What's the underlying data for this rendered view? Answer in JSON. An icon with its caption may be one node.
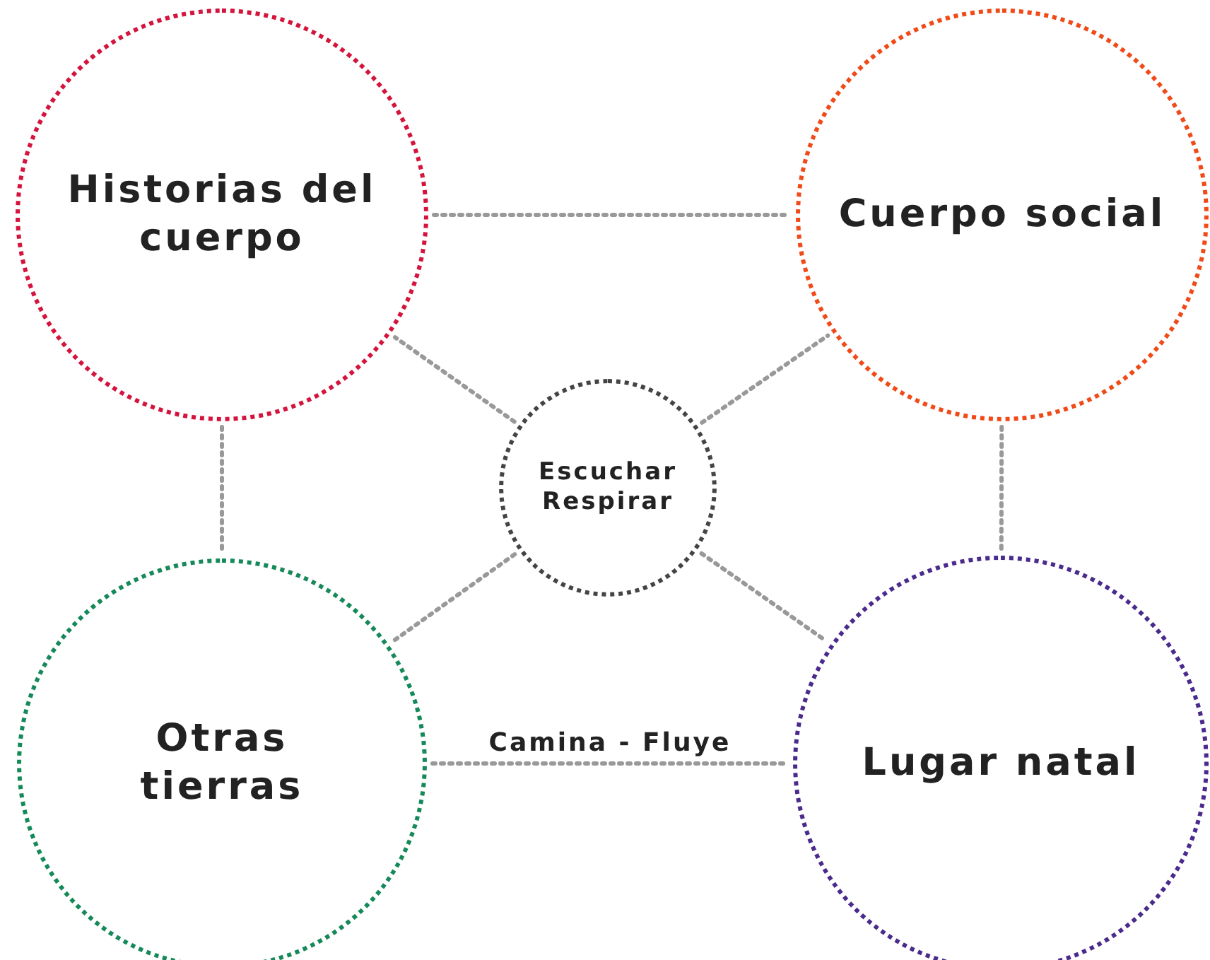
{
  "diagram": {
    "nodes": [
      {
        "text": [
          "Historias del cuerpo"
        ]
      },
      {
        "text": [
          "Cuerpo social"
        ]
      },
      {
        "text": [
          "Escuchar Respirar"
        ]
      },
      {
        "text": [
          "Otras tierras"
        ]
      },
      {
        "text": [
          "Lugar natal"
        ]
      }
    ],
    "edges": [
      {
        "from": 0,
        "to": 1,
        "arrow": "none",
        "style": "dashed"
      },
      {
        "from": 0,
        "to": 3,
        "arrow": "none",
        "style": "dashed"
      },
      {
        "from": 1,
        "to": 4,
        "arrow": "none",
        "style": "dashed"
      },
      {
        "from": 2,
        "to": 0,
        "arrow": "none",
        "style": "dashed"
      },
      {
        "from": 2,
        "to": 1,
        "arrow": "none",
        "style": "dashed"
      },
      {
        "from": 2,
        "to": 3,
        "arrow": "none",
        "style": "dashed"
      },
      {
        "from": 2,
        "to": 4,
        "arrow": "none",
        "style": "dashed"
      },
      {
        "from": 3,
        "to": 4,
        "arrow": "none",
        "style": "dashed",
        "label": "Camina - Fluye"
      }
    ]
  }
}
